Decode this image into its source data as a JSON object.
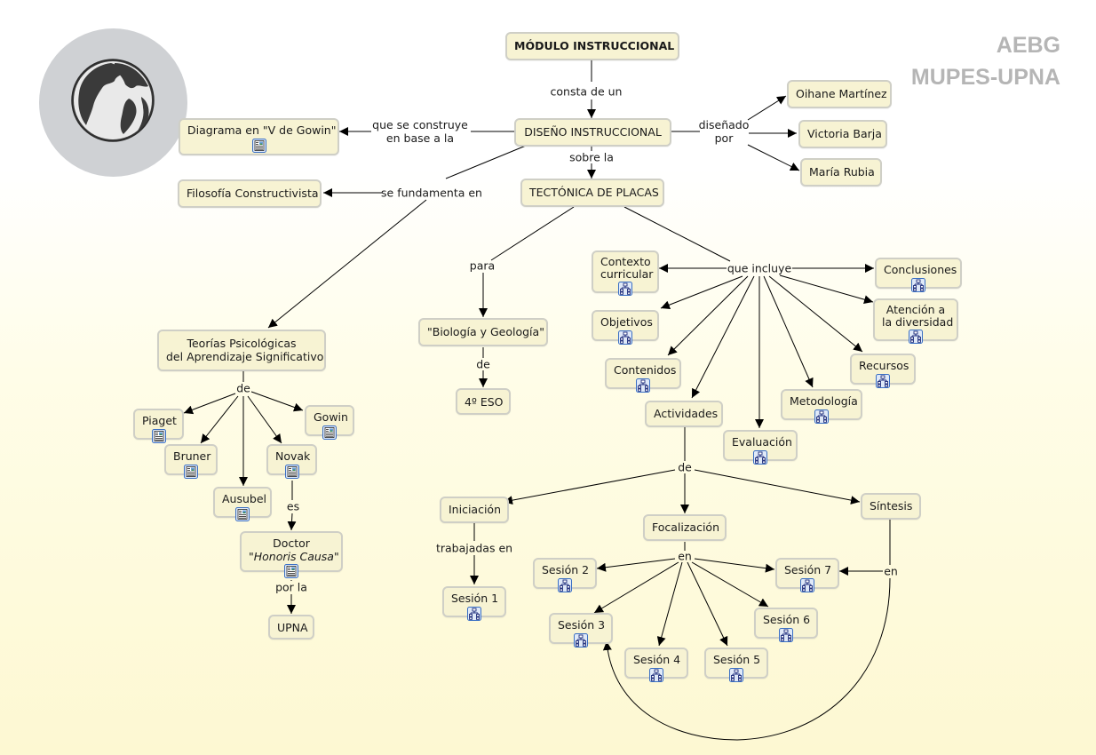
{
  "brand": {
    "line1": "AEBG",
    "line2": "MUPES-UPNA"
  },
  "logo": {
    "icon": "globe-icon"
  },
  "colors": {
    "node_fill": "#f7f3d3",
    "node_border": "#cfcfc6",
    "brand_text": "#b5b5b5",
    "globe_bg": "#cfd1d4",
    "link_color": "#000000",
    "resource_icon_border": "#3a6fc4"
  },
  "nodes": {
    "modulo": {
      "text": "MÓDULO INSTRUCCIONAL"
    },
    "diseno": {
      "text": "DISEÑO INSTRUCCIONAL"
    },
    "vgowin": {
      "text": "Diagrama en \"V de Gowin\"",
      "resource": "document-icon"
    },
    "filosofia": {
      "text": "Filosofía Constructivista"
    },
    "tectonica": {
      "text": "TECTÓNICA DE PLACAS"
    },
    "oihane": {
      "text": "Oihane Martínez"
    },
    "victoria": {
      "text": "Victoria Barja"
    },
    "maria": {
      "text": "María Rubia"
    },
    "teorias": {
      "line1": "Teorías Psicológicas",
      "line2": "del Aprendizaje Significativo"
    },
    "piaget": {
      "text": "Piaget",
      "resource": "document-icon"
    },
    "bruner": {
      "text": "Bruner",
      "resource": "document-icon"
    },
    "ausubel": {
      "text": "Ausubel",
      "resource": "document-icon"
    },
    "novak": {
      "text": "Novak",
      "resource": "document-icon"
    },
    "gowin": {
      "text": "Gowin",
      "resource": "document-icon"
    },
    "doctor": {
      "line1": "Doctor",
      "line2_pre": "\"",
      "line2_em": "Honoris Causa",
      "line2_post": "\"",
      "resource": "document-icon"
    },
    "upna": {
      "text": "UPNA"
    },
    "biologia": {
      "text": "\"Biología y Geología\""
    },
    "eso": {
      "text": "4º ESO"
    },
    "contexto": {
      "line1": "Contexto",
      "line2": "curricular",
      "resource": "submap-icon"
    },
    "objetivos": {
      "text": "Objetivos",
      "resource": "submap-icon"
    },
    "contenidos": {
      "text": "Contenidos",
      "resource": "submap-icon"
    },
    "actividades": {
      "text": "Actividades"
    },
    "evaluacion": {
      "text": "Evaluación",
      "resource": "submap-icon"
    },
    "metodologia": {
      "text": "Metodología",
      "resource": "submap-icon"
    },
    "recursos": {
      "text": "Recursos",
      "resource": "submap-icon"
    },
    "atencion": {
      "line1": "Atención a",
      "line2": "la diversidad",
      "resource": "submap-icon"
    },
    "conclusiones": {
      "text": "Conclusiones",
      "resource": "submap-icon"
    },
    "iniciacion": {
      "text": "Iniciación"
    },
    "focalizacion": {
      "text": "Focalización"
    },
    "sintesis": {
      "text": "Síntesis"
    },
    "sesion1": {
      "text": "Sesión 1",
      "resource": "submap-icon"
    },
    "sesion2": {
      "text": "Sesión 2",
      "resource": "submap-icon"
    },
    "sesion3": {
      "text": "Sesión 3",
      "resource": "submap-icon"
    },
    "sesion4": {
      "text": "Sesión 4",
      "resource": "submap-icon"
    },
    "sesion5": {
      "text": "Sesión 5",
      "resource": "submap-icon"
    },
    "sesion6": {
      "text": "Sesión 6",
      "resource": "submap-icon"
    },
    "sesion7": {
      "text": "Sesión 7",
      "resource": "submap-icon"
    }
  },
  "links": {
    "consta": "consta de un",
    "construye_1": "que se construye",
    "construye_2": "en base a la",
    "fundamenta": "se fundamenta en",
    "sobre": "sobre la",
    "disenado_1": "diseñado",
    "disenado_2": "por",
    "de_teorias": "de",
    "es": "es",
    "por_la": "por la",
    "para": "para",
    "de_bio": "de",
    "incluye": "que incluye",
    "de_act": "de",
    "trabajadas": "trabajadas en",
    "en_foc": "en",
    "en_sint": "en"
  }
}
